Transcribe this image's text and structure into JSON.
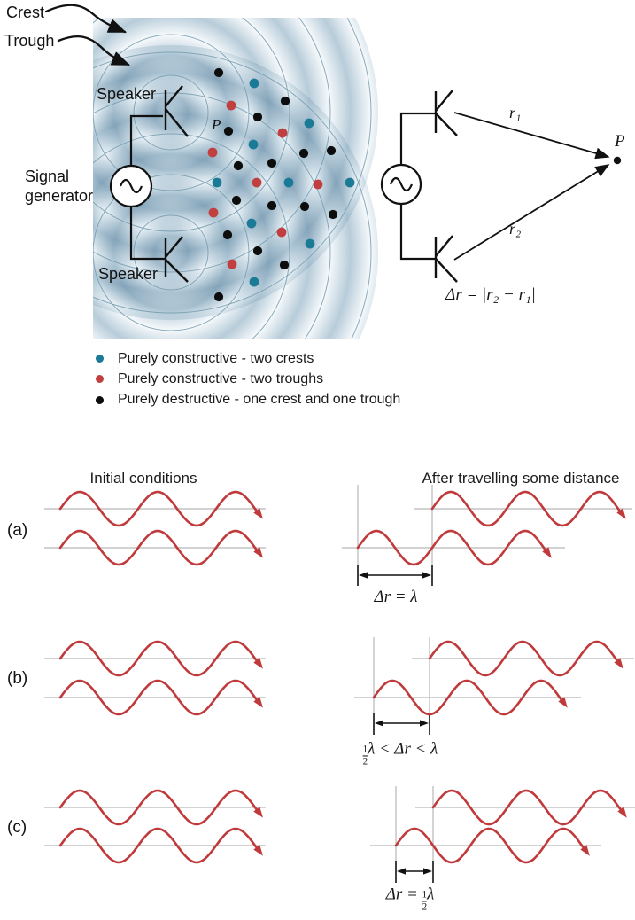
{
  "colors": {
    "dot_crest": "#1b7b97",
    "dot_trough": "#c13f3f",
    "dot_destructive": "#0d0d0d",
    "wave_red": "#c0393b",
    "ripple_line": "#6f97ab",
    "axis_gray": "#c4c4c4",
    "guide_gray": "#bdbdbd",
    "ink": "#111111"
  },
  "interference_figure": {
    "crest_label": "Crest",
    "trough_label": "Trough",
    "signal_generator_label": "Signal generator",
    "speaker_top_label": "Speaker",
    "speaker_bottom_label": "Speaker",
    "point_p_label": "P",
    "dots": {
      "crests": [
        [
          287,
          94
        ],
        [
          349,
          139
        ],
        [
          286,
          163
        ],
        [
          245,
          206
        ],
        [
          326,
          206
        ],
        [
          395,
          206
        ],
        [
          284,
          252
        ],
        [
          350,
          275
        ],
        [
          287,
          318
        ]
      ],
      "troughs": [
        [
          261,
          119
        ],
        [
          319,
          150
        ],
        [
          240,
          172
        ],
        [
          290,
          206
        ],
        [
          359,
          208
        ],
        [
          241,
          240
        ],
        [
          318,
          262
        ],
        [
          262,
          298
        ]
      ],
      "destructive": [
        [
          247,
          82
        ],
        [
          322,
          114
        ],
        [
          291,
          132
        ],
        [
          258,
          148
        ],
        [
          343,
          173
        ],
        [
          374,
          170
        ],
        [
          269,
          187
        ],
        [
          307,
          184
        ],
        [
          267,
          226
        ],
        [
          307,
          232
        ],
        [
          344,
          233
        ],
        [
          376,
          242
        ],
        [
          257,
          265
        ],
        [
          291,
          283
        ],
        [
          321,
          299
        ],
        [
          247,
          335
        ]
      ]
    },
    "legend": [
      {
        "key": "constructive-crests",
        "color": "#1b7b97",
        "label": "Purely constructive - two crests"
      },
      {
        "key": "constructive-troughs",
        "color": "#c13f3f",
        "label": "Purely constructive - two troughs"
      },
      {
        "key": "destructive",
        "color": "#0d0d0d",
        "label": "Purely destructive - one crest and one trough"
      }
    ]
  },
  "path_length_figure": {
    "r1_label": "r₁",
    "r2_label": "r₂",
    "point_p_label": "P",
    "formula": "Δr = |r₂ − r₁|"
  },
  "wave_figure": {
    "col_initial_header": "Initial conditions",
    "col_after_header": "After travelling some distance",
    "rows": [
      {
        "label": "(a)",
        "delta": "Δr = λ",
        "shift_in_wavelengths": 1
      },
      {
        "label": "(b)",
        "delta": "{1/2}λ < Δr < λ",
        "shift_in_wavelengths": 0.75
      },
      {
        "label": "(c)",
        "delta": "Δr = {1/2}λ",
        "shift_in_wavelengths": 0.5
      }
    ]
  }
}
